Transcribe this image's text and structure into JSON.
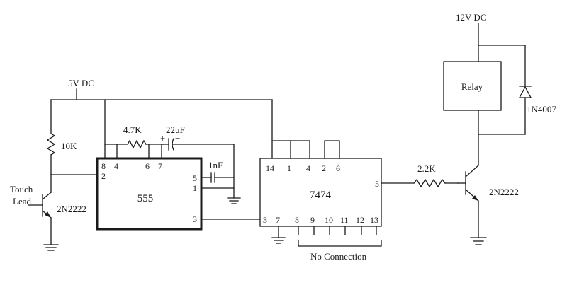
{
  "supplies": {
    "v5": "5V DC",
    "v12": "12V DC"
  },
  "components": {
    "r_pullup": "10K",
    "r_timing": "4.7K",
    "c_timing": "22uF",
    "c_control": "1nF",
    "r_base": "2.2K",
    "q_touch": "2N2222",
    "q_relay": "2N2222",
    "diode": "1N4007",
    "relay": "Relay",
    "touch_lead": [
      "Touch",
      "Lead"
    ],
    "cap_plus": "+",
    "cap_minus": "−"
  },
  "ic555": {
    "name": "555",
    "pins": {
      "p8": "8",
      "p4": "4",
      "p6": "6",
      "p7": "7",
      "p2": "2",
      "p5": "5",
      "p1": "1",
      "p3": "3"
    }
  },
  "ic7474": {
    "name": "7474",
    "pins": {
      "p14": "14",
      "p1": "1",
      "p4": "4",
      "p2": "2",
      "p6": "6",
      "p5": "5",
      "p3": "3",
      "p7": "7",
      "p8": "8",
      "p9": "9",
      "p10": "10",
      "p11": "11",
      "p12": "12",
      "p13": "13"
    }
  },
  "no_connection": "No Connection"
}
